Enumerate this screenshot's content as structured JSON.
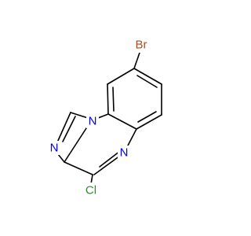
{
  "molecule": {
    "atoms": {
      "br": {
        "symbol": "Br",
        "color": "#a0522d"
      },
      "n1": {
        "symbol": "N",
        "color": "#0000ff"
      },
      "n2": {
        "symbol": "N",
        "color": "#0000ff"
      },
      "n3": {
        "symbol": "N",
        "color": "#0000ff"
      },
      "cl": {
        "symbol": "Cl",
        "color": "#2e8b2e"
      }
    },
    "bond_color": "#000000"
  }
}
